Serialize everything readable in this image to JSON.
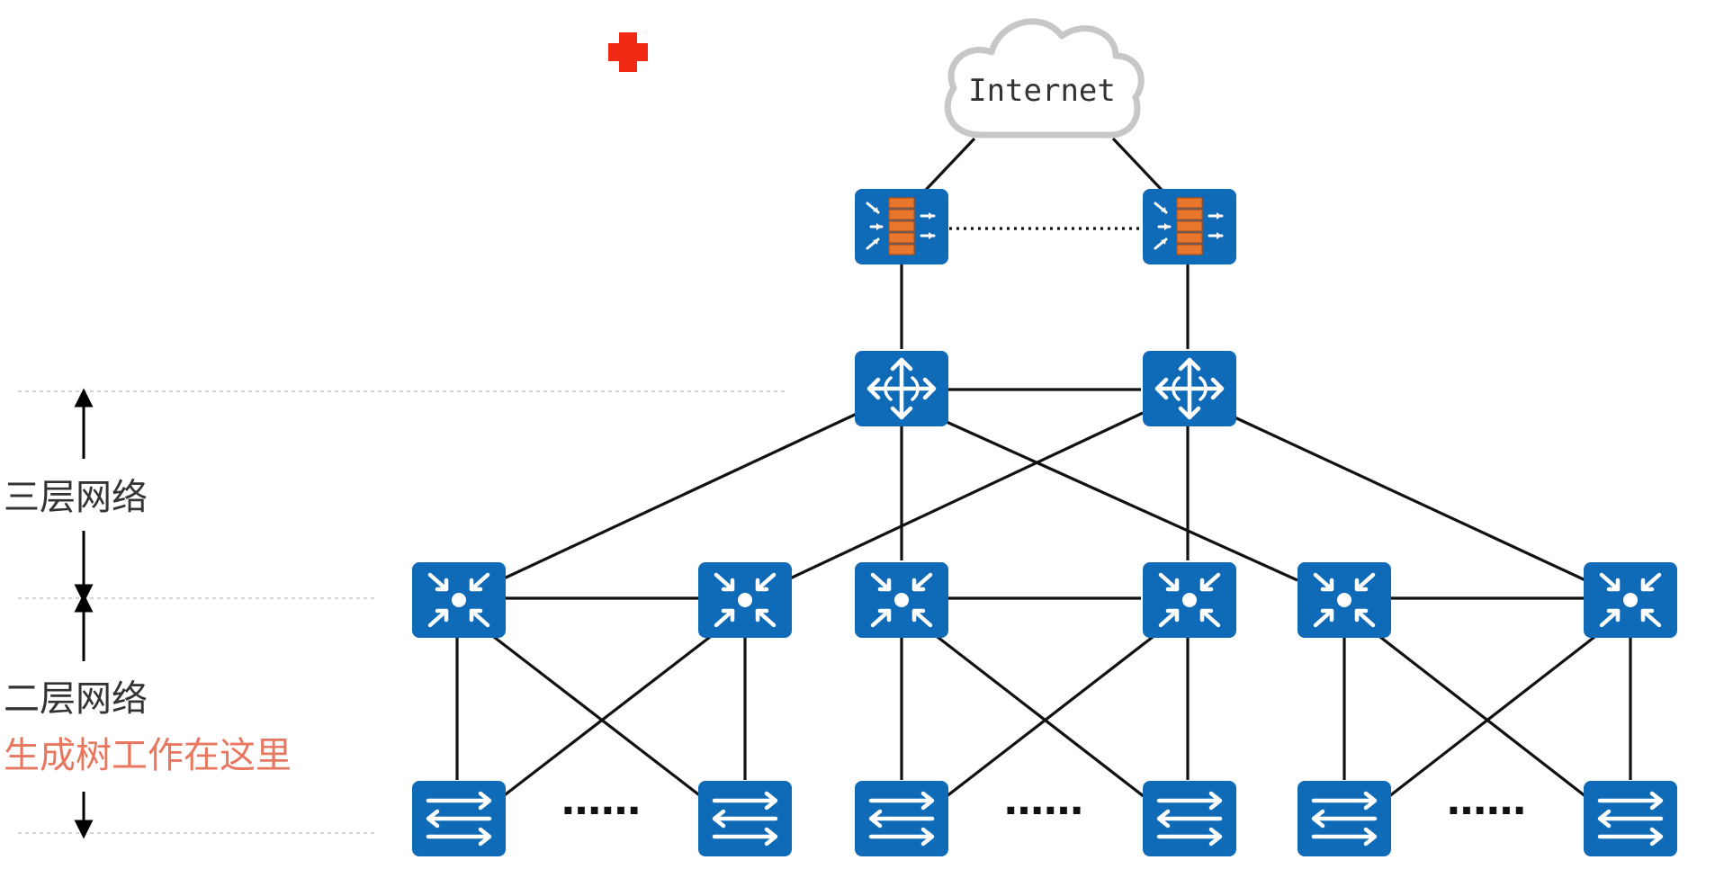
{
  "labels": {
    "cloud": "Internet",
    "layer3": "三层网络",
    "layer2": "二层网络",
    "stp_note": "生成树工作在这里",
    "ellipsis": "……"
  },
  "colors": {
    "device_blue": "#0f6ab8",
    "firewall_brick": "#e8762d",
    "stp_text": "#e8775f",
    "cursor_red": "#f02a14",
    "cloud_stroke": "#c7c7c7"
  },
  "icons": {
    "cloud": "cloud-icon",
    "firewall": "firewall-icon",
    "router": "router-icon",
    "l3_switch": "l3-switch-icon",
    "l2_switch": "l2-switch-icon",
    "cursor": "red-cross-cursor-icon"
  }
}
